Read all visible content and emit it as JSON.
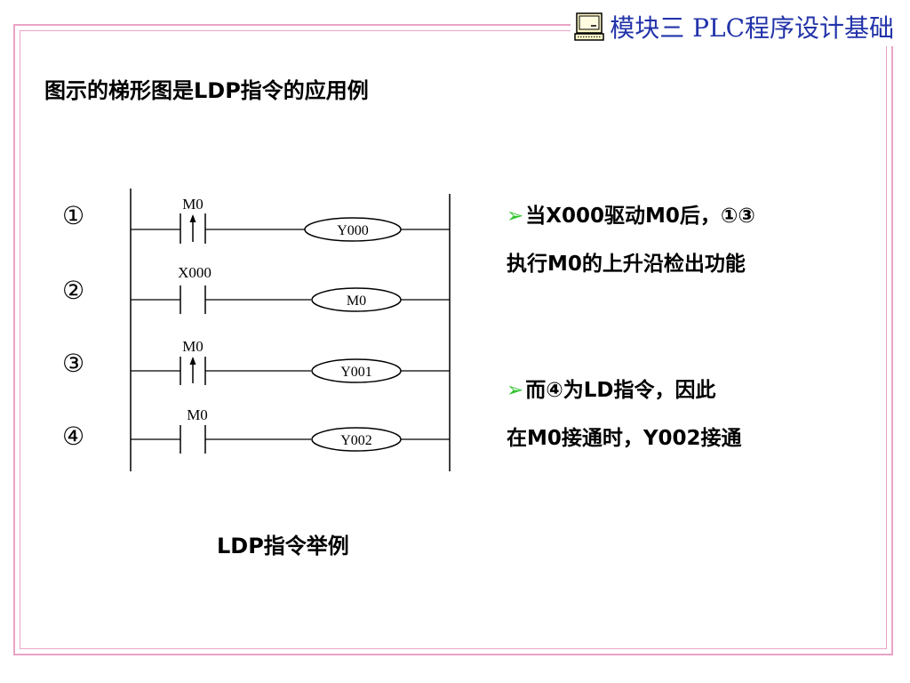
{
  "header": {
    "icon": "computer-monitor-icon",
    "title": "模块三 PLC程序设计基础",
    "title_color": "#2233aa"
  },
  "heading": "图示的梯形图是LDP指令的应用例",
  "diagram": {
    "rung_numbers": [
      "①",
      "②",
      "③",
      "④"
    ],
    "rungs": [
      {
        "contact_label": "M0",
        "contact_type": "rising-edge",
        "coil_label": "Y000"
      },
      {
        "contact_label": "X000",
        "contact_type": "normally-open",
        "coil_label": "M0"
      },
      {
        "contact_label": "M0",
        "contact_type": "rising-edge",
        "coil_label": "Y001"
      },
      {
        "contact_label": "M0",
        "contact_type": "normally-open",
        "coil_label": "Y002"
      }
    ]
  },
  "caption": "LDP指令举例",
  "notes": [
    {
      "bullet": "➢",
      "line1": "当X000驱动M0后，①③",
      "line2": "执行M0的上升沿检出功能"
    },
    {
      "bullet": "➢",
      "line1": "而④为LD指令，因此",
      "line2": "在M0接通时，Y002接通"
    }
  ],
  "colors": {
    "frame": "#e9a3c6",
    "bullet": "#2ec42e"
  }
}
